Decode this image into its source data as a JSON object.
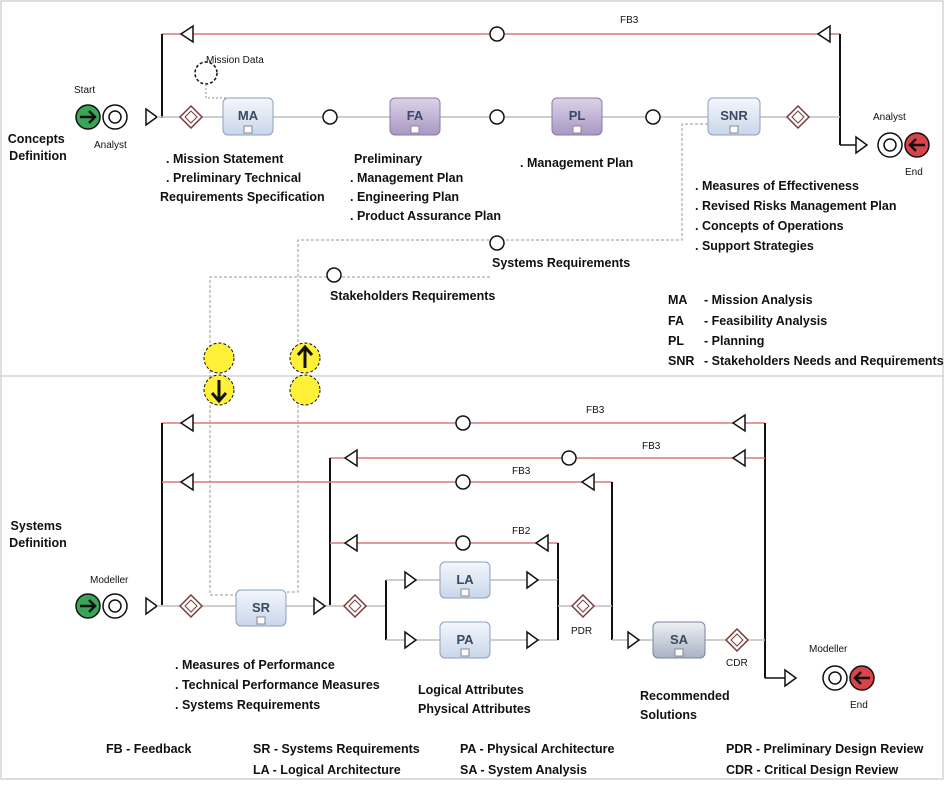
{
  "lanes": {
    "concepts": "Concepts Definition",
    "systems": "Systems Definition"
  },
  "concepts": {
    "start_label": "Start",
    "start_role": "Analyst",
    "end_role": "Analyst",
    "end_label": "End",
    "mission_data": "Mission Data",
    "fb_top": "FB3",
    "processes": [
      "MA",
      "FA",
      "PL",
      "SNR"
    ],
    "ma_outputs": [
      ". Mission Statement",
      ". Preliminary Technical",
      "Requirements Specification"
    ],
    "fa_outputs": [
      "Preliminary",
      ". Management Plan",
      ". Engineering Plan",
      ". Product Assurance Plan"
    ],
    "pl_outputs": [
      ". Management Plan"
    ],
    "snr_outputs": [
      ". Measures of Effectiveness",
      ". Revised Risks Management Plan",
      ". Concepts of Operations",
      ". Support Strategies"
    ],
    "systems_requirements": "Systems Requirements",
    "stakeholders_requirements": "Stakeholders Requirements"
  },
  "legend_top": [
    {
      "abbr": "MA",
      "desc": "- Mission Analysis"
    },
    {
      "abbr": "FA",
      "desc": "- Feasibility Analysis"
    },
    {
      "abbr": "PL",
      "desc": "- Planning"
    },
    {
      "abbr": "SNR",
      "desc": "- Stakeholders Needs and Requirements"
    }
  ],
  "systems": {
    "start_role": "Modeller",
    "end_role": "Modeller",
    "end_label": "End",
    "feedback_labels": [
      "FB3",
      "FB3",
      "FB3",
      "FB2"
    ],
    "processes": [
      "SR",
      "LA",
      "PA",
      "SA"
    ],
    "pdr": "PDR",
    "cdr": "CDR",
    "sr_outputs": [
      ". Measures of Performance",
      ". Technical Performance Measures",
      ". Systems Requirements"
    ],
    "la_pa_outputs": [
      "Logical Attributes",
      "Physical Attributes"
    ],
    "sa_outputs": [
      "Recommended",
      "Solutions"
    ]
  },
  "legend_bottom": [
    "FB - Feedback",
    "SR - Systems Requirements",
    "LA - Logical Architecture",
    "PA - Physical Architecture",
    "SA - System Analysis",
    "PDR - Preliminary Design Review",
    "CDR - Critical Design Review"
  ],
  "colors": {
    "feedback_line": "#d77a7a",
    "process_blue": "#dfe7f3",
    "process_purple": "#c7bad9",
    "start_green": "#3aa557",
    "end_red": "#d9434a",
    "connector_yellow": "#fff13a"
  }
}
